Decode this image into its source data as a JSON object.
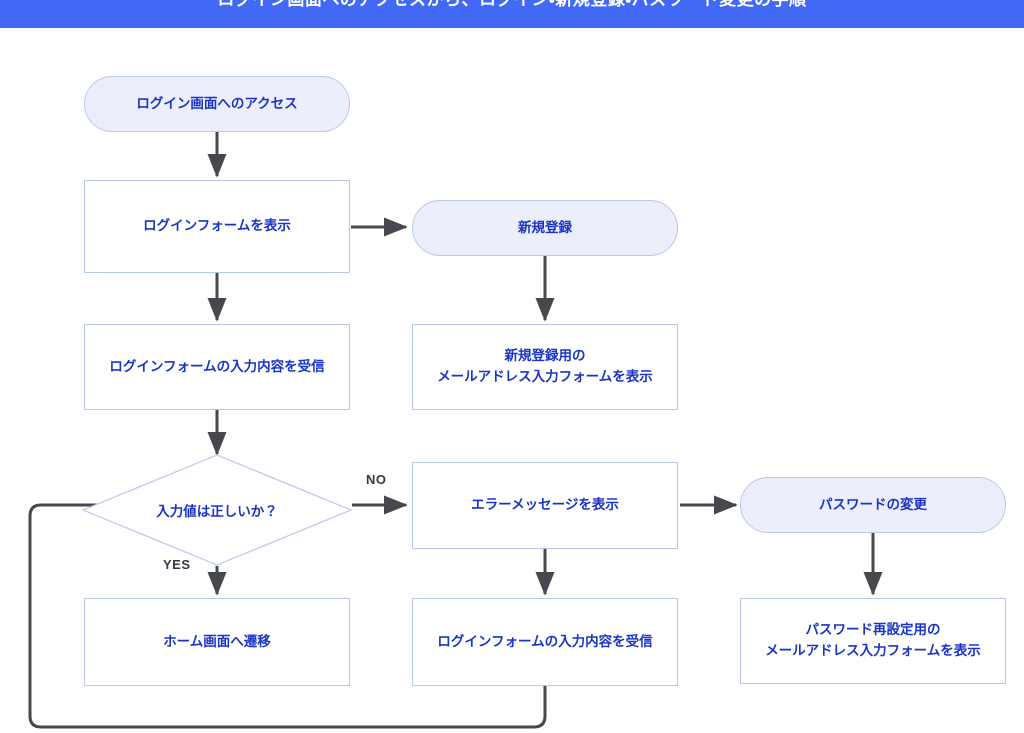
{
  "header": {
    "title": "ログイン画面へのアクセスから、ログイン・新規登録・パスワード変更の手順",
    "bar_color": "#4169f5",
    "text_color": "#ffffff"
  },
  "diagram": {
    "type": "flowchart",
    "direction": "top-down",
    "colors": {
      "node_text": "#1a34c8",
      "node_border": "#b9c7ea",
      "rect_fill": "#ffffff",
      "stadium_fill": "#eceefb",
      "edge": "#46484d",
      "edge_label": "#333a44",
      "background": "#ffffff"
    },
    "nodes": [
      {
        "id": "access",
        "shape": "stadium",
        "label": "ログイン画面へのアクセス"
      },
      {
        "id": "login-form",
        "shape": "rect",
        "label": "ログインフォームを表示"
      },
      {
        "id": "login-receive",
        "shape": "rect",
        "label": "ログインフォームの入力内容を受信"
      },
      {
        "id": "validate",
        "shape": "diamond",
        "label": "入力値は正しいか？"
      },
      {
        "id": "home",
        "shape": "rect",
        "label": "ホーム画面へ遷移"
      },
      {
        "id": "signup",
        "shape": "stadium",
        "label": "新規登録"
      },
      {
        "id": "signup-form",
        "shape": "rect",
        "label": "新規登録用の\nメールアドレス入力フォームを表示"
      },
      {
        "id": "error",
        "shape": "rect",
        "label": "エラーメッセージを表示"
      },
      {
        "id": "error-receive",
        "shape": "rect",
        "label": "ログインフォームの入力内容を受信"
      },
      {
        "id": "password",
        "shape": "stadium",
        "label": "パスワードの変更"
      },
      {
        "id": "password-form",
        "shape": "rect",
        "label": "パスワード再設定用の\nメールアドレス入力フォームを表示"
      }
    ],
    "edges": [
      {
        "from": "access",
        "to": "login-form",
        "label": ""
      },
      {
        "from": "login-form",
        "to": "login-receive",
        "label": ""
      },
      {
        "from": "login-form",
        "to": "signup",
        "label": ""
      },
      {
        "from": "login-receive",
        "to": "validate",
        "label": ""
      },
      {
        "from": "validate",
        "to": "home",
        "label": "YES"
      },
      {
        "from": "validate",
        "to": "error",
        "label": "NO"
      },
      {
        "from": "signup",
        "to": "signup-form",
        "label": ""
      },
      {
        "from": "error",
        "to": "error-receive",
        "label": ""
      },
      {
        "from": "error",
        "to": "password",
        "label": ""
      },
      {
        "from": "password",
        "to": "password-form",
        "label": ""
      },
      {
        "from": "error-receive",
        "to": "validate",
        "label": ""
      }
    ],
    "edge_labels": {
      "no": "NO",
      "yes": "YES"
    }
  }
}
